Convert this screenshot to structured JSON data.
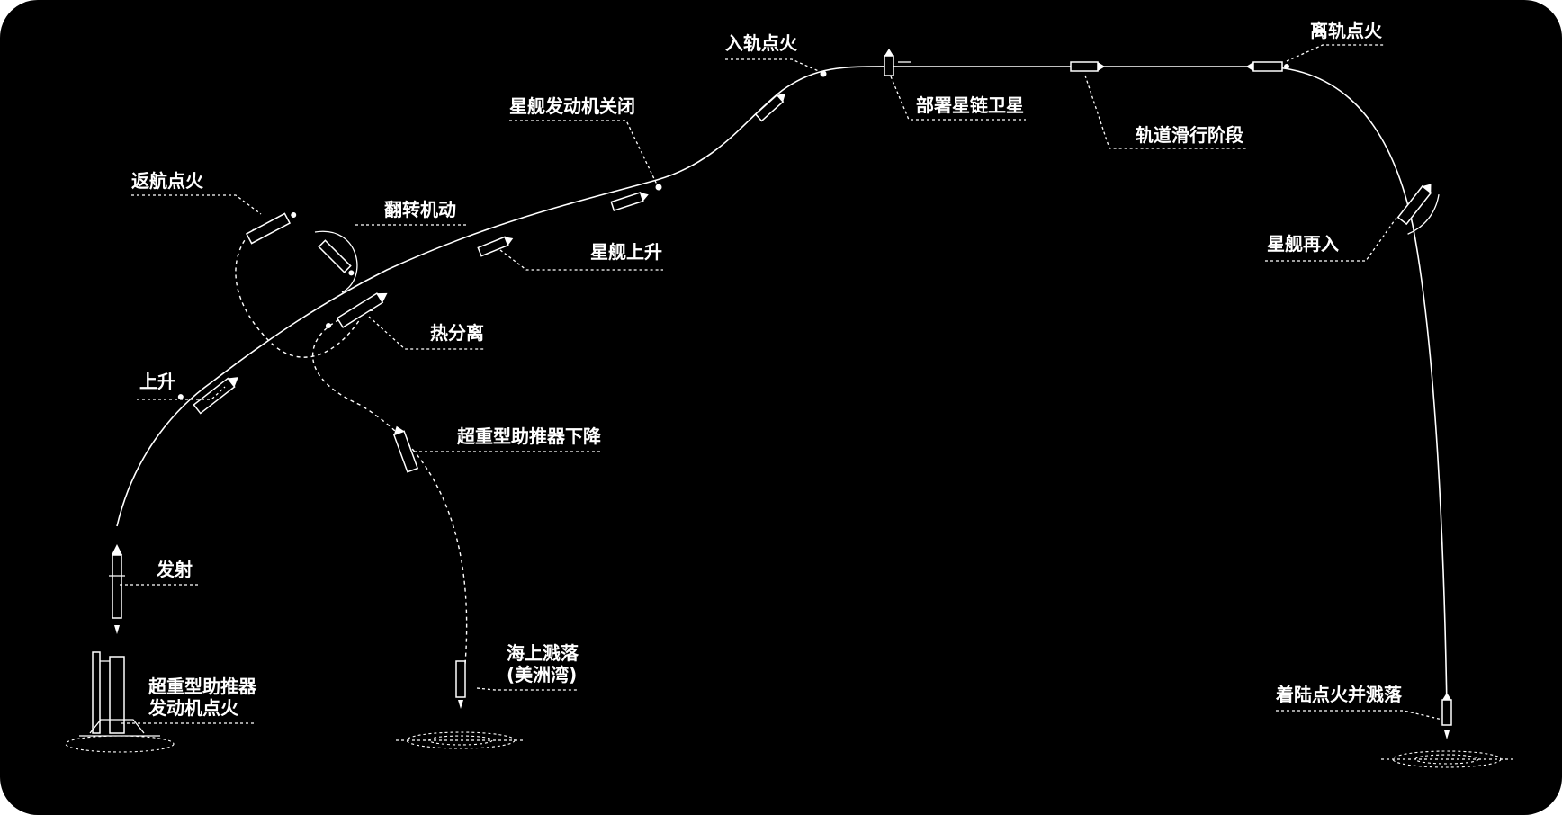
{
  "labels": {
    "launch": "发射",
    "booster_ignition_line1": "超重型助推器",
    "booster_ignition_line2": "发动机点火",
    "ascent": "上升",
    "hot_staging": "热分离",
    "boostback_burn": "返航点火",
    "flip_maneuver": "翻转机动",
    "booster_descent": "超重型助推器下降",
    "sea_splashdown_line1": "海上溅落",
    "sea_splashdown_line2": "(美洲湾)",
    "ship_ascent": "星舰上升",
    "ship_engine_cutoff": "星舰发动机关闭",
    "orbit_insertion_burn": "入轨点火",
    "starlink_deploy": "部署星链卫星",
    "coast_phase": "轨道滑行阶段",
    "deorbit_burn": "离轨点火",
    "reentry": "星舰再入",
    "landing_burn_splashdown": "着陆点火并溅落"
  },
  "colors": {
    "background": "#000000",
    "line": "#ffffff",
    "page": "#ffffff"
  }
}
